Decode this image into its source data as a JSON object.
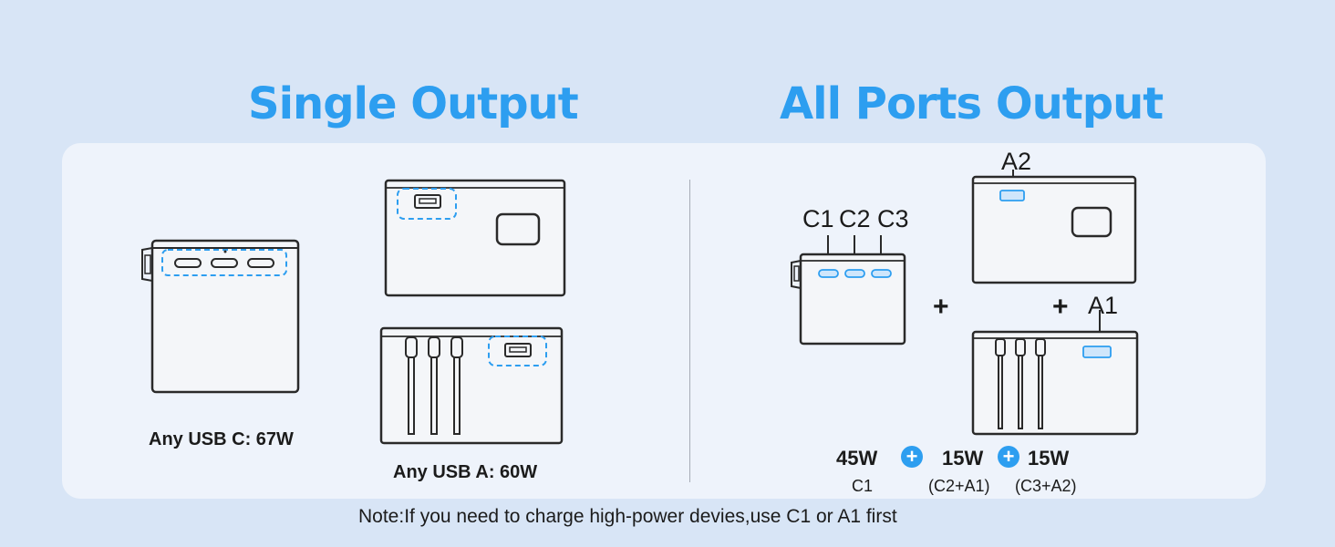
{
  "headings": {
    "single": "Single Output",
    "all": "All Ports Output"
  },
  "single_output": {
    "usb_c_label": "Any USB C: 67W",
    "usb_a_label": "Any USB A: 60W"
  },
  "all_ports": {
    "port_labels": [
      "C1",
      "C2",
      "C3",
      "A2",
      "A1"
    ],
    "plus_symbol": "+",
    "power": [
      {
        "watt": "45W",
        "ports": "C1"
      },
      {
        "watt": "15W",
        "ports": "(C2+A1)"
      },
      {
        "watt": "15W",
        "ports": "(C3+A2)"
      }
    ]
  },
  "note": "Note:If you need to charge high-power devies,use C1 or A1 first",
  "colors": {
    "accent": "#2d9ef0",
    "background": "#d8e5f6",
    "panel": "#eef3fb"
  }
}
